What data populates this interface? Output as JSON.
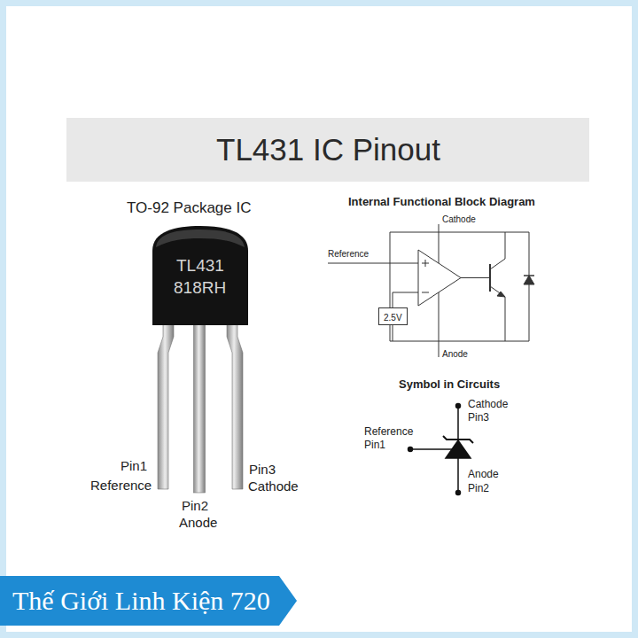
{
  "diagram": {
    "title": "TL431 IC Pinout",
    "nodes": [
      {
        "text": [
          "TL431",
          "818RH"
        ]
      },
      {
        "text": [
          "2.5V"
        ]
      },
      {
        "text": [
          "Thế Giới Linh Kiện 720"
        ]
      }
    ],
    "labels": [
      "TO-92 Package IC",
      "Internal Functional Block Diagram",
      "Cathode",
      "Reference",
      "Anode",
      "Symbol in Circuits",
      "Cathode",
      "Pin3",
      "Reference",
      "Pin1",
      "Anode",
      "Pin2",
      "Pin1",
      "Reference",
      "Pin3",
      "Cathode",
      "Pin2",
      "Anode"
    ]
  }
}
